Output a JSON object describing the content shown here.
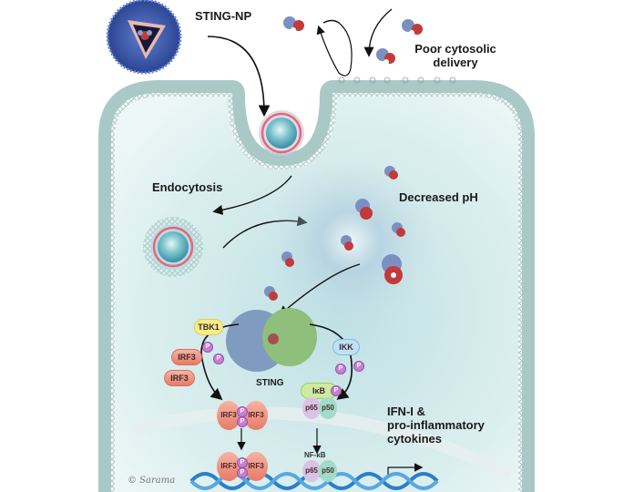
{
  "diagram": {
    "title_labels": {
      "sting_np": "STING-NP",
      "poor_delivery_line1": "Poor cytosolic",
      "poor_delivery_line2": "delivery",
      "endocytosis": "Endocytosis",
      "decreased_ph": "Decreased pH",
      "sting": "STING",
      "output_line1": "IFN-I &",
      "output_line2": "pro-inflammatory",
      "output_line3": "cytokines"
    },
    "proteins": {
      "tbk1": "TBK1",
      "irf3": "IRF3",
      "ikk": "IKK",
      "ikb": "IκB",
      "p65": "p65",
      "p50": "p50",
      "nfkb": "NF-κB",
      "phospho": "P"
    },
    "signature": "© Sarama",
    "colors": {
      "cytoplasm": "#d6ecee",
      "membrane": "#9fc3c2",
      "nanoparticle_shell": "#3f5fb5",
      "irf3": "#ee907e",
      "tbk1": "#f8ec88",
      "ikk": "#bfe0f7",
      "ikb": "#cfeaa0",
      "p65": "#d9c2e6",
      "p50": "#9fdcc9",
      "phospho": "#c77fd2",
      "sting_left": "#7f9cc0",
      "sting_right": "#8fbf7a",
      "dna": "#2a7fc8"
    }
  }
}
